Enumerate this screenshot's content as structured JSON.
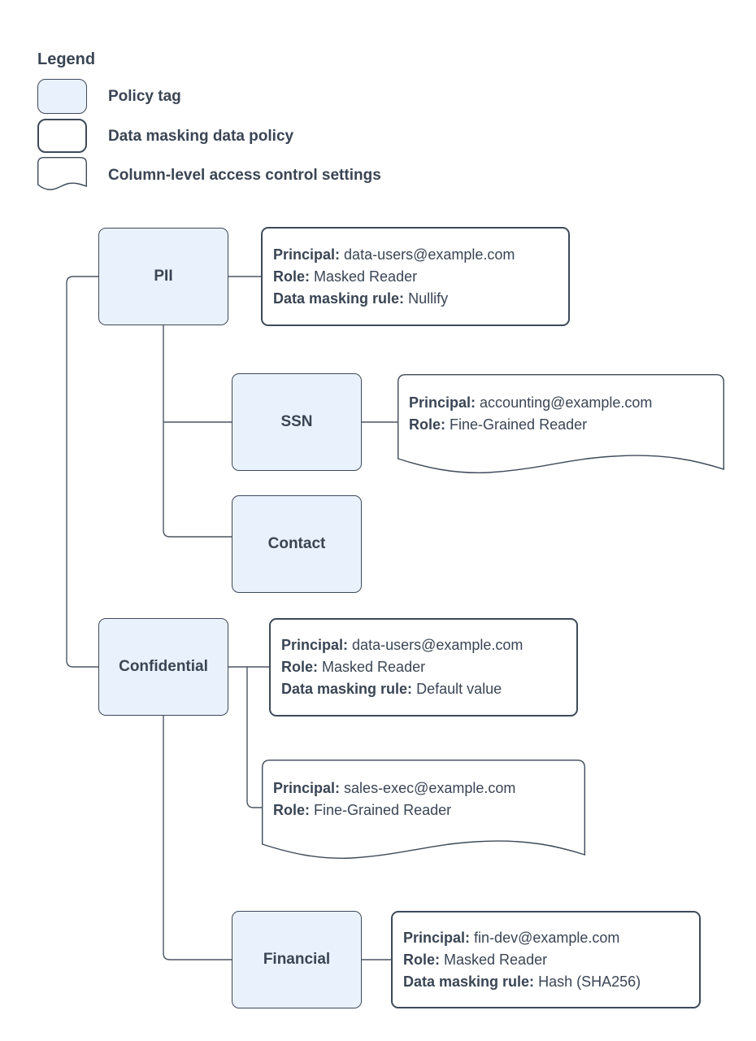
{
  "legend": {
    "title": "Legend",
    "items": [
      {
        "label": "Policy tag",
        "swatch": "policy-tag-swatch"
      },
      {
        "label": "Data masking data policy",
        "swatch": "data-policy-swatch"
      },
      {
        "label": "Column-level access control settings",
        "swatch": "document-swatch"
      }
    ]
  },
  "nodes": {
    "pii": "PII",
    "ssn": "SSN",
    "contact": "Contact",
    "confidential": "Confidential",
    "financial": "Financial"
  },
  "policies": {
    "pii": {
      "principal_label": "Principal:",
      "principal": "data-users@example.com",
      "role_label": "Role:",
      "role": "Masked Reader",
      "rule_label": "Data masking rule:",
      "rule": "Nullify"
    },
    "confidential": {
      "principal_label": "Principal:",
      "principal": "data-users@example.com",
      "role_label": "Role:",
      "role": "Masked Reader",
      "rule_label": "Data masking rule:",
      "rule": "Default value"
    },
    "financial": {
      "principal_label": "Principal:",
      "principal": "fin-dev@example.com",
      "role_label": "Role:",
      "role": "Masked Reader",
      "rule_label": "Data masking rule:",
      "rule": "Hash (SHA256)"
    }
  },
  "access_settings": {
    "ssn": {
      "principal_label": "Principal:",
      "principal": "accounting@example.com",
      "role_label": "Role:",
      "role": "Fine-Grained Reader"
    },
    "confidential": {
      "principal_label": "Principal:",
      "principal": "sales-exec@example.com",
      "role_label": "Role:",
      "role": "Fine-Grained Reader"
    }
  },
  "colors": {
    "policy_tag_fill": "#e9f1fc",
    "outline": "#3e4a59",
    "connector": "#4b5563",
    "text": "#3a4554",
    "background": "#ffffff"
  }
}
